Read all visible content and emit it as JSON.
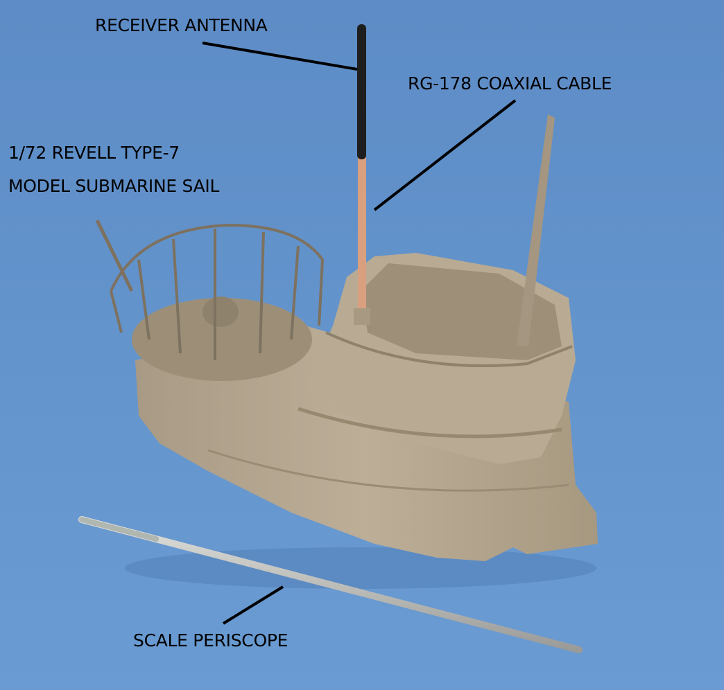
{
  "labels": {
    "receiver_antenna": "RECEIVER ANTENNA",
    "coax_cable": "RG-178 COAXIAL CABLE",
    "sail_line1": "1/72 REVELL TYPE-7",
    "sail_line2": "MODEL SUBMARINE SAIL",
    "periscope": "SCALE PERISCOPE"
  },
  "colors": {
    "background": "#6494cc",
    "model": "#b3a58f",
    "antenna": "#1e1e1e",
    "cable": "#d9a080",
    "periscope": "#c8c8c4"
  }
}
